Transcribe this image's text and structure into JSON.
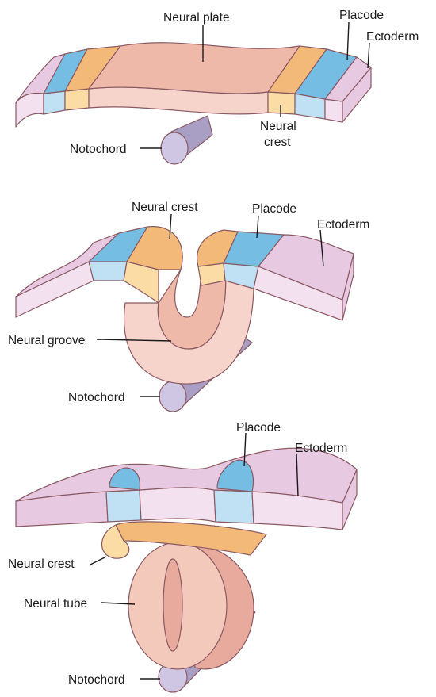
{
  "colors": {
    "neural_plate_top": "#efb9aa",
    "neural_plate_side": "#f6d3cb",
    "neural_crest_top": "#f2b978",
    "neural_crest_side": "#fbdca4",
    "placode_top": "#75bde3",
    "placode_side": "#bfe1f3",
    "ectoderm_top": "#e7c9e2",
    "ectoderm_side": "#f3e1f0",
    "neural_tube": "#f3c9bc",
    "neural_tube_lumen": "#e7aa9c",
    "notochord": "#cfc6e3",
    "notochord_dark": "#a99fc5",
    "outline": "#8a5a63"
  },
  "panels": [
    {
      "stage": "neural-plate",
      "labels": {
        "neural_plate": "Neural plate",
        "placode": "Placode",
        "ectoderm": "Ectoderm",
        "notochord": "Notochord",
        "neural_crest_line1": "Neural",
        "neural_crest_line2": "crest"
      }
    },
    {
      "stage": "neural-groove",
      "labels": {
        "neural_crest": "Neural crest",
        "placode": "Placode",
        "ectoderm": "Ectoderm",
        "neural_groove": "Neural groove",
        "notochord": "Notochord"
      }
    },
    {
      "stage": "neural-tube",
      "labels": {
        "placode": "Placode",
        "ectoderm": "Ectoderm",
        "neural_crest": "Neural crest",
        "neural_tube": "Neural tube",
        "notochord": "Notochord"
      }
    }
  ]
}
